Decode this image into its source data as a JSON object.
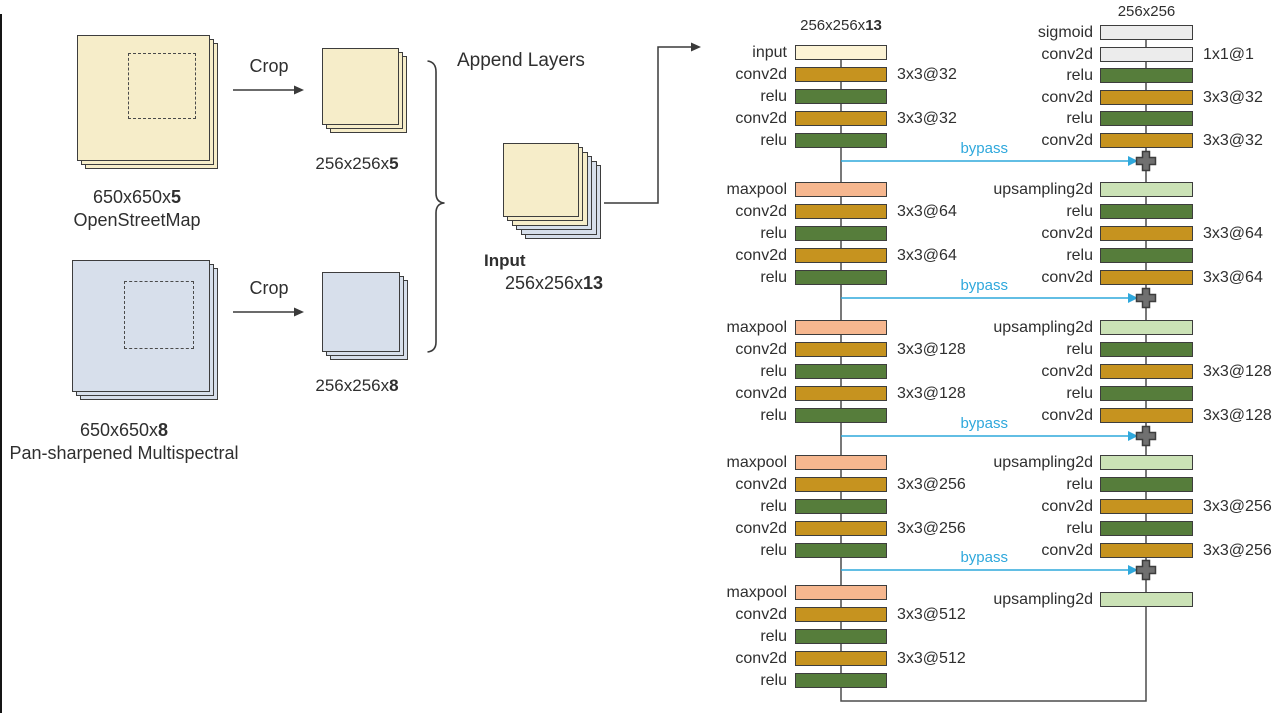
{
  "colors": {
    "input": "#fcf3d5",
    "conv2d": "#c6931f",
    "relu": "#567d3b",
    "maxpool": "#f6b78f",
    "upsampling2d": "#cbe2b6",
    "sigmoid": "#ececec",
    "conv1x1": "#ececec",
    "bypass": "#2fa8dc",
    "plus": "#707070",
    "stroke": "#3d3d3d",
    "line": "#3a3a3a",
    "text": "#2f2f2f",
    "osm": "#f6edc9",
    "ms": "#d7dfeb"
  },
  "left_panel": {
    "osm": {
      "size_prefix": "650x650x",
      "channels": "5",
      "name": "OpenStreetMap"
    },
    "osm_crop": {
      "label": "Crop",
      "size_prefix": "256x256x",
      "channels": "5"
    },
    "ms": {
      "size_prefix": "650x650x",
      "channels": "8",
      "name": "Pan-sharpened Multispectral"
    },
    "ms_crop": {
      "label": "Crop",
      "size_prefix": "256x256x",
      "channels": "8"
    },
    "append_label": "Append Layers",
    "input": {
      "label": "Input",
      "size_prefix": "256x256x",
      "channels": "13"
    }
  },
  "network": {
    "bypass_label": "bypass",
    "encoder": {
      "title_prefix": "256x256x",
      "title_channels": "13",
      "blocks": [
        {
          "rows": [
            {
              "label": "input",
              "kind": "input"
            },
            {
              "label": "conv2d",
              "kind": "conv2d",
              "ann": "3x3@32"
            },
            {
              "label": "relu",
              "kind": "relu"
            },
            {
              "label": "conv2d",
              "kind": "conv2d",
              "ann": "3x3@32"
            },
            {
              "label": "relu",
              "kind": "relu"
            }
          ]
        },
        {
          "rows": [
            {
              "label": "maxpool",
              "kind": "maxpool"
            },
            {
              "label": "conv2d",
              "kind": "conv2d",
              "ann": "3x3@64"
            },
            {
              "label": "relu",
              "kind": "relu"
            },
            {
              "label": "conv2d",
              "kind": "conv2d",
              "ann": "3x3@64"
            },
            {
              "label": "relu",
              "kind": "relu"
            }
          ]
        },
        {
          "rows": [
            {
              "label": "maxpool",
              "kind": "maxpool"
            },
            {
              "label": "conv2d",
              "kind": "conv2d",
              "ann": "3x3@128"
            },
            {
              "label": "relu",
              "kind": "relu"
            },
            {
              "label": "conv2d",
              "kind": "conv2d",
              "ann": "3x3@128"
            },
            {
              "label": "relu",
              "kind": "relu"
            }
          ]
        },
        {
          "rows": [
            {
              "label": "maxpool",
              "kind": "maxpool"
            },
            {
              "label": "conv2d",
              "kind": "conv2d",
              "ann": "3x3@256"
            },
            {
              "label": "relu",
              "kind": "relu"
            },
            {
              "label": "conv2d",
              "kind": "conv2d",
              "ann": "3x3@256"
            },
            {
              "label": "relu",
              "kind": "relu"
            }
          ]
        },
        {
          "rows": [
            {
              "label": "maxpool",
              "kind": "maxpool"
            },
            {
              "label": "conv2d",
              "kind": "conv2d",
              "ann": "3x3@512"
            },
            {
              "label": "relu",
              "kind": "relu"
            },
            {
              "label": "conv2d",
              "kind": "conv2d",
              "ann": "3x3@512"
            },
            {
              "label": "relu",
              "kind": "relu"
            }
          ]
        }
      ]
    },
    "decoder": {
      "title": "256x256",
      "blocks": [
        {
          "rows": [
            {
              "label": "sigmoid",
              "kind": "sigmoid"
            },
            {
              "label": "conv2d",
              "kind": "conv1x1",
              "ann": "1x1@1"
            },
            {
              "label": "relu",
              "kind": "relu"
            },
            {
              "label": "conv2d",
              "kind": "conv2d",
              "ann": "3x3@32"
            },
            {
              "label": "relu",
              "kind": "relu"
            },
            {
              "label": "conv2d",
              "kind": "conv2d",
              "ann": "3x3@32"
            }
          ]
        },
        {
          "rows": [
            {
              "label": "upsampling2d",
              "kind": "upsampling2d"
            },
            {
              "label": "relu",
              "kind": "relu"
            },
            {
              "label": "conv2d",
              "kind": "conv2d",
              "ann": "3x3@64"
            },
            {
              "label": "relu",
              "kind": "relu"
            },
            {
              "label": "conv2d",
              "kind": "conv2d",
              "ann": "3x3@64"
            }
          ]
        },
        {
          "rows": [
            {
              "label": "upsampling2d",
              "kind": "upsampling2d"
            },
            {
              "label": "relu",
              "kind": "relu"
            },
            {
              "label": "conv2d",
              "kind": "conv2d",
              "ann": "3x3@128"
            },
            {
              "label": "relu",
              "kind": "relu"
            },
            {
              "label": "conv2d",
              "kind": "conv2d",
              "ann": "3x3@128"
            }
          ]
        },
        {
          "rows": [
            {
              "label": "upsampling2d",
              "kind": "upsampling2d"
            },
            {
              "label": "relu",
              "kind": "relu"
            },
            {
              "label": "conv2d",
              "kind": "conv2d",
              "ann": "3x3@256"
            },
            {
              "label": "relu",
              "kind": "relu"
            },
            {
              "label": "conv2d",
              "kind": "conv2d",
              "ann": "3x3@256"
            }
          ]
        },
        {
          "rows": [
            {
              "label": "upsampling2d",
              "kind": "upsampling2d"
            }
          ]
        }
      ]
    }
  }
}
